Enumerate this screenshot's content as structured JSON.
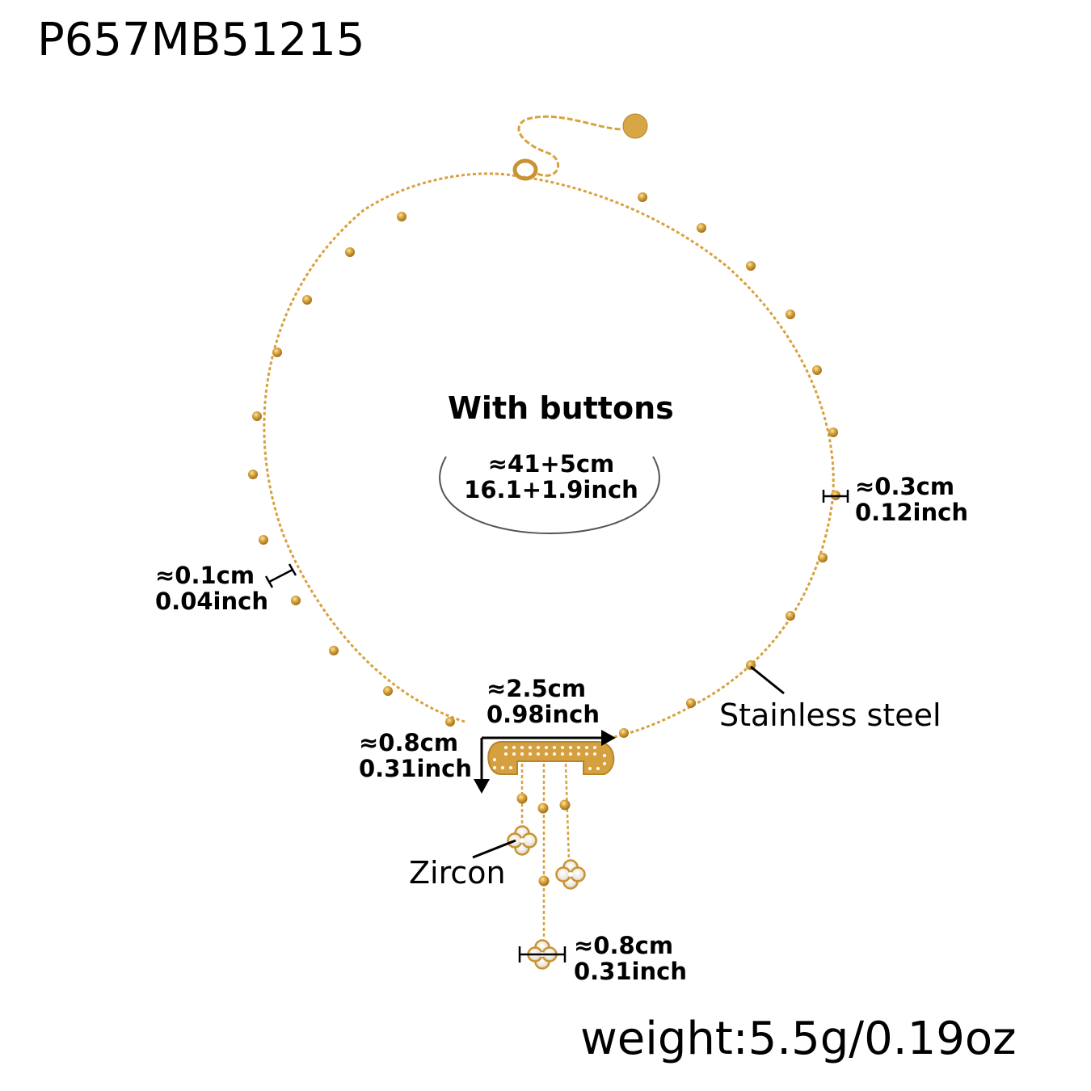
{
  "product": {
    "code": "P657MB51215",
    "weight": "weight:5.5g/0.19oz"
  },
  "length": {
    "title": "With buttons",
    "cm": "≈41+5cm",
    "inch": "16.1+1.9inch"
  },
  "measurements": {
    "bead": {
      "cm": "≈0.3cm",
      "inch": "0.12inch"
    },
    "chain": {
      "cm": "≈0.1cm",
      "inch": "0.04inch"
    },
    "pendant_width": {
      "cm": "≈2.5cm",
      "inch": "0.98inch"
    },
    "pendant_height": {
      "cm": "≈0.8cm",
      "inch": "0.31inch"
    },
    "clover": {
      "cm": "≈0.8cm",
      "inch": "0.31inch"
    }
  },
  "materials": {
    "chain_material": "Stainless steel",
    "stone": "Zircon"
  },
  "colors": {
    "gold": "#d9a441",
    "gold_dark": "#b57f22",
    "gold_light": "#f3d27a",
    "zircon": "#f4f1ea",
    "ink": "#000000",
    "ellipse": "#555555"
  }
}
